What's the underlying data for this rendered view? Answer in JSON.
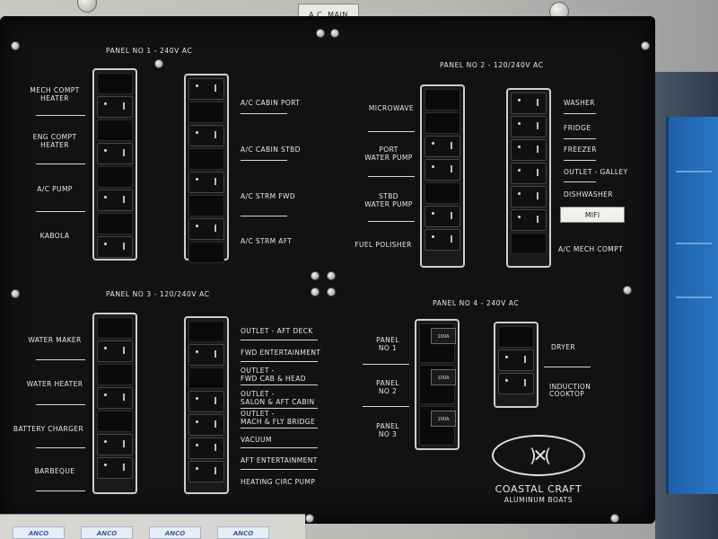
{
  "top_plate": {
    "text": "A.C. MAIN"
  },
  "panel1": {
    "heading": "PANEL NO 1 - 240V AC",
    "left_labels": [
      {
        "l1": "MECH COMPT",
        "l2": "HEATER"
      },
      {
        "l1": "ENG COMPT",
        "l2": "HEATER"
      },
      {
        "l1": "A/C PUMP",
        "l2": ""
      },
      {
        "l1": "KABOLA",
        "l2": ""
      }
    ],
    "right_labels": [
      "A/C CABIN PORT",
      "A/C CABIN STBD",
      "A/C STRM FWD",
      "A/C STRM AFT"
    ]
  },
  "panel2": {
    "heading": "PANEL NO 2 - 120/240V AC",
    "left_labels": [
      {
        "l1": "MICROWAVE",
        "l2": ""
      },
      {
        "l1": "PORT",
        "l2": "WATER PUMP"
      },
      {
        "l1": "STBD",
        "l2": "WATER PUMP"
      },
      {
        "l1": "FUEL POLISHER",
        "l2": ""
      }
    ],
    "right_labels": [
      "WASHER",
      "FRIDGE",
      "FREEZER",
      "OUTLET - GALLEY",
      "DISHWASHER",
      "A/C MECH COMPT"
    ],
    "sticker": "MIFI"
  },
  "panel3": {
    "heading": "PANEL NO 3 - 120/240V AC",
    "left_labels": [
      "WATER MAKER",
      "WATER HEATER",
      "BATTERY CHARGER",
      "BARBEQUE"
    ],
    "right_labels": [
      {
        "l1": "OUTLET - AFT DECK",
        "l2": ""
      },
      {
        "l1": "FWD ENTERTAINMENT",
        "l2": ""
      },
      {
        "l1": "OUTLET -",
        "l2": "FWD CAB & HEAD"
      },
      {
        "l1": "OUTLET -",
        "l2": "SALON & AFT CABIN"
      },
      {
        "l1": "OUTLET -",
        "l2": "MACH & FLY BRIDGE"
      },
      {
        "l1": "VACUUM",
        "l2": ""
      },
      {
        "l1": "AFT ENTERTAINMENT",
        "l2": ""
      },
      {
        "l1": "HEATING CIRC PUMP",
        "l2": ""
      }
    ]
  },
  "panel4": {
    "heading": "PANEL NO 4 - 240V AC",
    "left_labels": [
      {
        "l1": "PANEL",
        "l2": "NO 1"
      },
      {
        "l1": "PANEL",
        "l2": "NO 2"
      },
      {
        "l1": "PANEL",
        "l2": "NO 3"
      }
    ],
    "right_labels": [
      "DRYER",
      "INDUCTION",
      "COOKTOP"
    ],
    "breaker_rating": "100A"
  },
  "brand": {
    "name": "COASTAL CRAFT",
    "sub": "ALUMINUM BOATS"
  },
  "stickers": {
    "text": "ANCO"
  }
}
